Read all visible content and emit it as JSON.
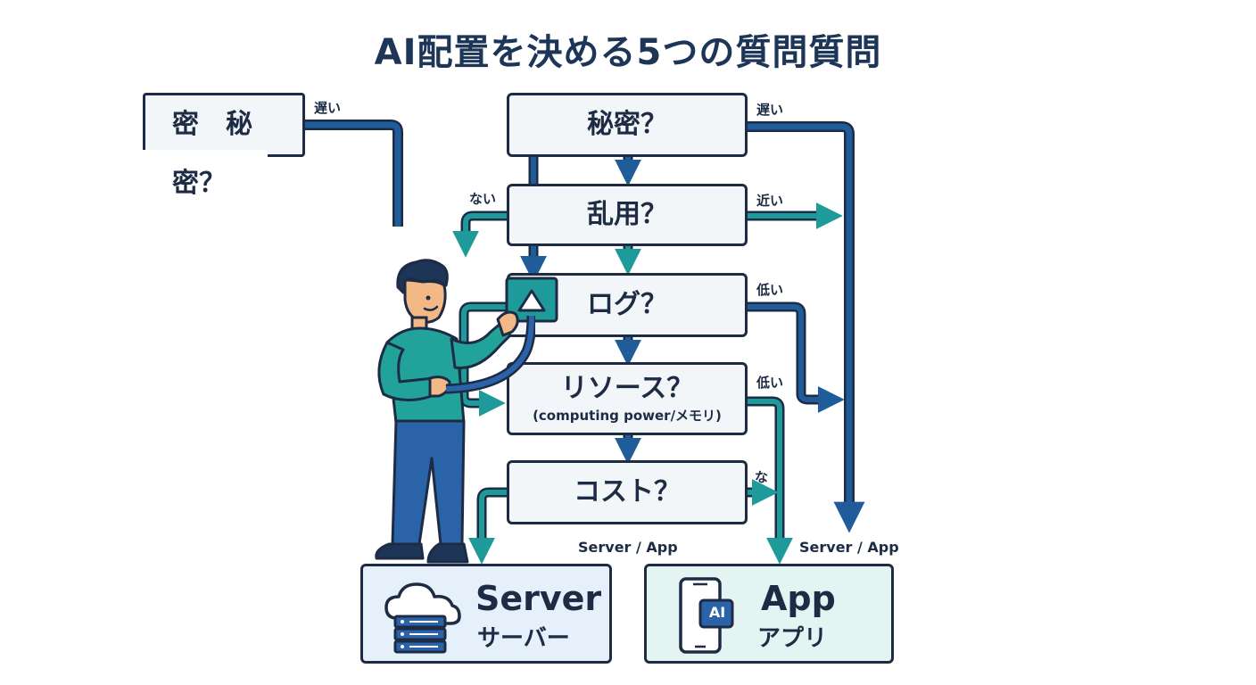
{
  "title": "AI配置を決める5つの質問質問",
  "corner_box": {
    "label": "密　秘密？",
    "edge_label": "遅い"
  },
  "questions": [
    {
      "label": "秘密？",
      "sub": ""
    },
    {
      "label": "乱用？",
      "sub": ""
    },
    {
      "label": "ログ？",
      "sub": ""
    },
    {
      "label": "リソース？",
      "sub": "(computing power/メモリ)"
    },
    {
      "label": "コスト？",
      "sub": ""
    }
  ],
  "edge_labels": {
    "secret_right": "遅い",
    "abuse_left": "ない",
    "abuse_right": "近い",
    "log_right": "低い",
    "resource_right": "低い",
    "cost_right": "な"
  },
  "target_captions": {
    "left": "Server / App",
    "right": "Server / App"
  },
  "targets": {
    "server": {
      "title": "Server",
      "subtitle": "サーバー",
      "icon": "cloud-server-icon"
    },
    "app": {
      "title": "App",
      "subtitle": "アプリ",
      "icon": "smartphone-ai-icon",
      "icon_text": "AI"
    }
  },
  "colors": {
    "navy": "#1d2b44",
    "blue_arrow": "#1f5c99",
    "teal_arrow": "#1f9a9a",
    "box_fill": "#f3f6f8",
    "server_fill": "#e6f0fa",
    "app_fill": "#e3f4f3",
    "person_shirt": "#22a39a",
    "person_pants": "#2b63a8"
  }
}
